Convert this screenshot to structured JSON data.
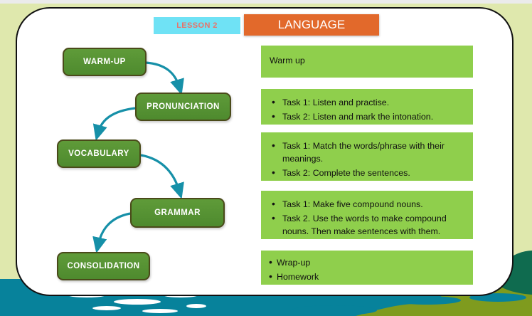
{
  "header": {
    "lesson_badge": "LESSON 2",
    "subject_badge": "LANGUAGE"
  },
  "colors": {
    "badge_lesson_bg": "#6fe2f5",
    "badge_lesson_text": "#e8736a",
    "badge_subject_bg": "#e2692b",
    "badge_subject_text": "#ffffff",
    "flow_box_bg": "#599234",
    "flow_box_border": "#4a4a1a",
    "flow_box_text": "#ffffff",
    "arrow": "#1690a8",
    "panel_bg": "#8fcf4c",
    "panel_text": "#111111",
    "scene_grass": "#dfe8ad",
    "scene_water": "#07829b",
    "scene_grass_dark": "#7f9b1e",
    "scene_hill": "#0f6b4f",
    "card_bg": "#ffffff",
    "card_border": "#111111"
  },
  "flow": {
    "steps": [
      {
        "label": "WARM-UP"
      },
      {
        "label": "PRONUNCIATION"
      },
      {
        "label": "VOCABULARY"
      },
      {
        "label": "GRAMMAR"
      },
      {
        "label": "CONSOLIDATION"
      }
    ]
  },
  "panels": [
    {
      "type": "plain",
      "text": "Warm up"
    },
    {
      "type": "list",
      "items": [
        "Task 1: Listen and practise.",
        "Task 2: Listen and mark the intonation."
      ]
    },
    {
      "type": "list",
      "items": [
        "Task 1: Match the words/phrase with their meanings.",
        "Task 2: Complete the sentences."
      ]
    },
    {
      "type": "list",
      "items": [
        "Task 1: Make five compound nouns.",
        "Task 2. Use the words to make compound nouns. Then make sentences with them."
      ]
    },
    {
      "type": "list",
      "items": [
        "Wrap-up",
        "Homework"
      ]
    }
  ]
}
